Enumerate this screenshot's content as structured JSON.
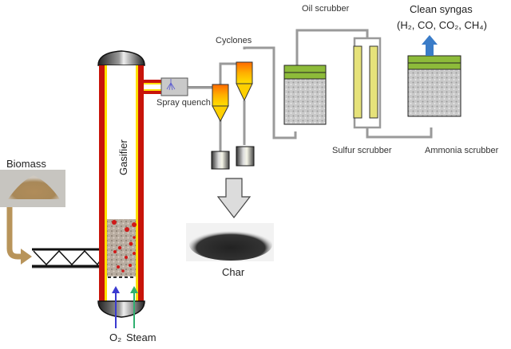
{
  "title": "Biomass gasification and syngas cleanup process",
  "labels": {
    "biomass": "Biomass",
    "gasifier": "Gasifier",
    "spray_quench": "Spray quench",
    "cyclones": "Cyclones",
    "oil_scrubber": "Oil scrubber",
    "sulfur_scrubber": "Sulfur scrubber",
    "ammonia_scrubber": "Ammonia scrubber",
    "clean_syngas": "Clean syngas",
    "syngas_composition": "(H₂, CO, CO₂, CH₄)",
    "char": "Char",
    "o2": "O₂",
    "steam": "Steam"
  },
  "colors": {
    "wall_outer": "#c8140a",
    "wall_inner": "#ffe000",
    "pipe": "#9a9a9a",
    "scrubber_top": "#8dbb3a",
    "packing": "#c8c8c8",
    "syngas_arrow": "#3a7cc8",
    "o2_arrow": "#3a3ad0",
    "steam_arrow": "#30b070",
    "feed_arrow": "#b8945a",
    "sulfur_column": "#e6e27a"
  }
}
